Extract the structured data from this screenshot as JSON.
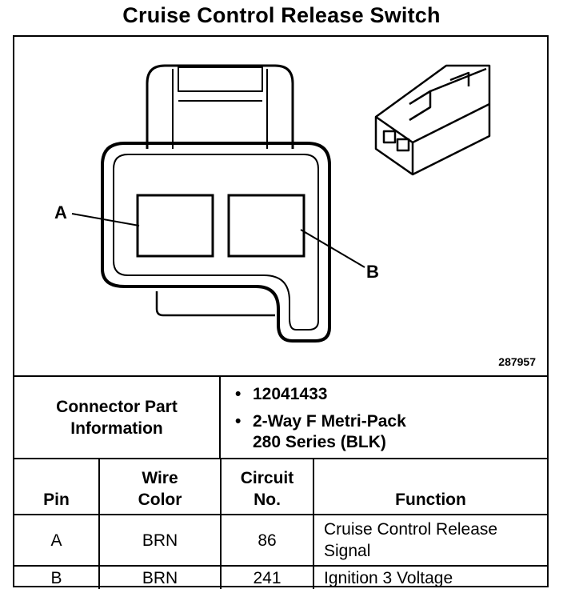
{
  "title": "Cruise Control Release Switch",
  "diagram": {
    "label_a": "A",
    "label_b": "B",
    "figure_id": "287957"
  },
  "connector_info": {
    "label_line1": "Connector Part",
    "label_line2": "Information",
    "bullet": "•",
    "part_number": "12041433",
    "description_line1": "2-Way F Metri-Pack",
    "description_line2": "280 Series (BLK)"
  },
  "pin_table": {
    "headers": {
      "pin": "Pin",
      "wire_color_line1": "Wire",
      "wire_color_line2": "Color",
      "circuit_line1": "Circuit",
      "circuit_line2": "No.",
      "function": "Function"
    },
    "rows": [
      {
        "pin": "A",
        "wire_color": "BRN",
        "circuit": "86",
        "function_line1": "Cruise Control Release",
        "function_line2": "Signal"
      },
      {
        "pin": "B",
        "wire_color": "BRN",
        "circuit": "241",
        "function_line1": "Ignition 3 Voltage",
        "function_line2": ""
      }
    ]
  }
}
